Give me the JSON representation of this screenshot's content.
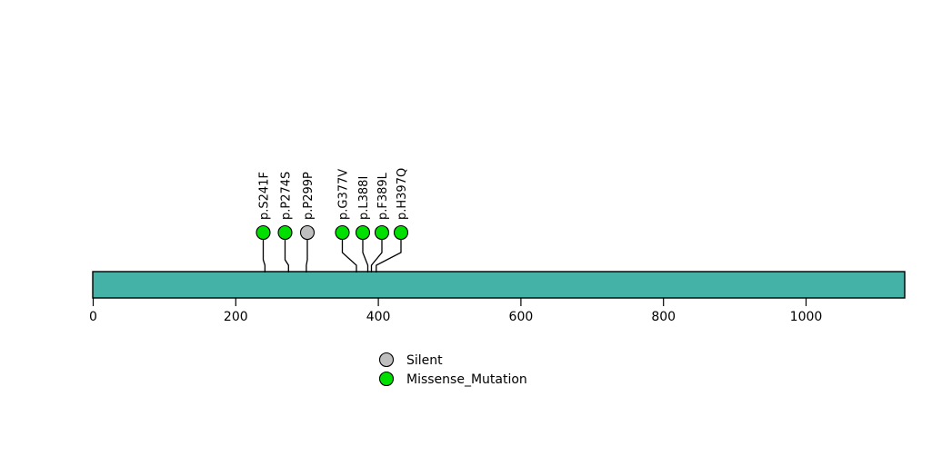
{
  "chart_data": {
    "type": "lollipop",
    "title": "",
    "xlabel": "",
    "ylabel": "",
    "protein": {
      "length": 1139,
      "bar_color": "#45B2A8",
      "bar_outline": "#000000"
    },
    "axis": {
      "min": 0,
      "max": 1139,
      "ticks": [
        0,
        200,
        400,
        600,
        800,
        1000
      ],
      "tick_labels": [
        "0",
        "200",
        "400",
        "600",
        "800",
        "1000"
      ],
      "grid": false
    },
    "mutations": [
      {
        "label": "p.S241F",
        "position": 241,
        "type": "Missense_Mutation",
        "color": "#00E000",
        "count": 1
      },
      {
        "label": "p.P274S",
        "position": 274,
        "type": "Missense_Mutation",
        "color": "#00E000",
        "count": 1
      },
      {
        "label": "p.P299P",
        "position": 299,
        "type": "Silent",
        "color": "#BEBEBE",
        "count": 1
      },
      {
        "label": "p.G377V",
        "position": 377,
        "type": "Missense_Mutation",
        "color": "#00E000",
        "count": 1
      },
      {
        "label": "p.L388I",
        "position": 388,
        "type": "Missense_Mutation",
        "color": "#00E000",
        "count": 1
      },
      {
        "label": "p.F389L",
        "position": 389,
        "type": "Missense_Mutation",
        "color": "#00E000",
        "count": 1
      },
      {
        "label": "p.H397Q",
        "position": 397,
        "type": "Missense_Mutation",
        "color": "#00E000",
        "count": 1
      }
    ],
    "legend": {
      "position": "bottom-center",
      "entries": [
        {
          "label": "Silent",
          "color": "#BEBEBE"
        },
        {
          "label": "Missense_Mutation",
          "color": "#00E000"
        }
      ]
    }
  },
  "labels": {
    "m0": "p.S241F",
    "m1": "p.P274S",
    "m2": "p.P299P",
    "m3": "p.G377V",
    "m4": "p.L388I",
    "m5": "p.F389L",
    "m6": "p.H397Q"
  },
  "ticks": {
    "t0": "0",
    "t1": "200",
    "t2": "400",
    "t3": "600",
    "t4": "800",
    "t5": "1000"
  },
  "legend": {
    "silent": "Silent",
    "missense": "Missense_Mutation"
  }
}
